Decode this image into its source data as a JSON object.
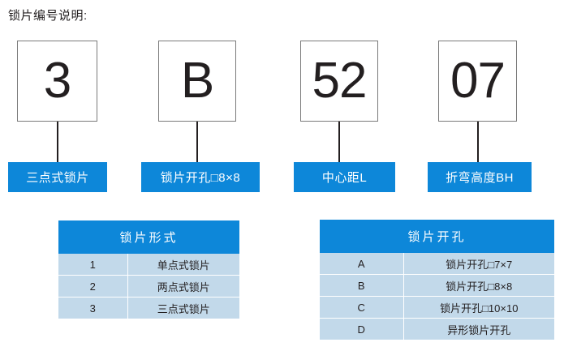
{
  "page": {
    "title": "锁片编号说明:"
  },
  "code_boxes": [
    {
      "name": "digit-1",
      "value": "3"
    },
    {
      "name": "digit-2",
      "value": "B"
    },
    {
      "name": "digit-3",
      "value": "52"
    },
    {
      "name": "digit-4",
      "value": "07"
    }
  ],
  "labels": [
    {
      "name": "lock-type",
      "text": "三点式锁片"
    },
    {
      "name": "lock-hole",
      "text": "锁片开孔□8×8"
    },
    {
      "name": "center-distance",
      "text": "中心距L"
    },
    {
      "name": "bend-height",
      "text": "折弯高度BH"
    }
  ],
  "tables": {
    "lock_form": {
      "header": "锁片形式",
      "rows": [
        {
          "code": "1",
          "desc": "单点式锁片"
        },
        {
          "code": "2",
          "desc": "两点式锁片"
        },
        {
          "code": "3",
          "desc": "三点式锁片"
        }
      ]
    },
    "lock_hole": {
      "header": "锁片开孔",
      "rows": [
        {
          "code": "A",
          "desc": "锁片开孔□7×7"
        },
        {
          "code": "B",
          "desc": "锁片开孔□8×8"
        },
        {
          "code": "C",
          "desc": "锁片开孔□10×10"
        },
        {
          "code": "D",
          "desc": "异形锁片开孔"
        }
      ]
    }
  },
  "colors": {
    "accent_blue": "#0d87d9",
    "row_blue": "#c2d9ea",
    "text_dark": "#231f20",
    "box_border": "#7a7a7a"
  }
}
